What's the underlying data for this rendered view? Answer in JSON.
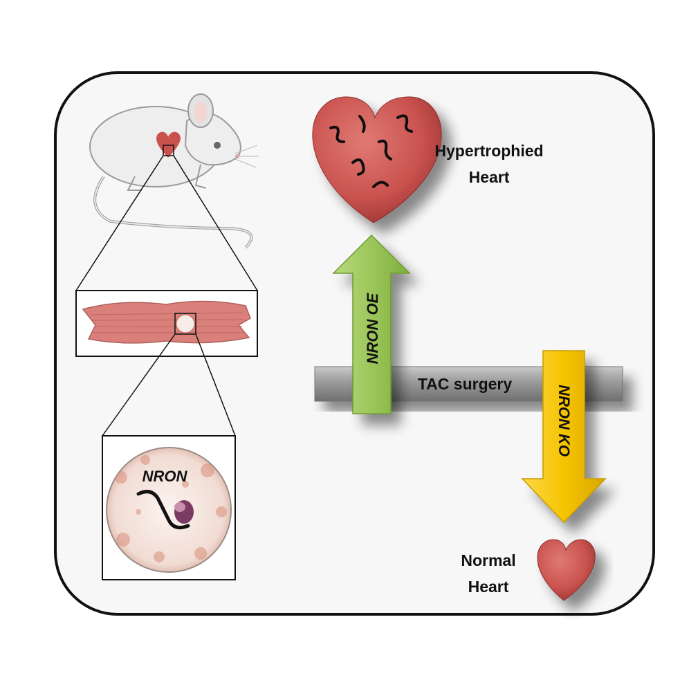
{
  "labels": {
    "hypertrophied_line1": "Hypertrophied",
    "hypertrophied_line2": "Heart",
    "normal_line1": "Normal",
    "normal_line2": "Heart",
    "tac_surgery": "TAC surgery",
    "nron_oe": "NRON OE",
    "nron_ko": "NRON KO",
    "nron_inset": "NRON"
  },
  "colors": {
    "frame": "#111111",
    "panel_background": "#f7f7f7",
    "heart": "#c9524e",
    "oe_arrow": "#9cc65a",
    "ko_arrow": "#f5c400",
    "tac_bar": "#9a9a9a",
    "muscle_fiber": "#d9807a"
  },
  "icons": {
    "mouse": "mouse-illustration",
    "cardiomyocyte": "cardiomyocyte-illustration",
    "nucleus": "nucleus-illustration",
    "rna": "lncrna-strand-icon"
  }
}
